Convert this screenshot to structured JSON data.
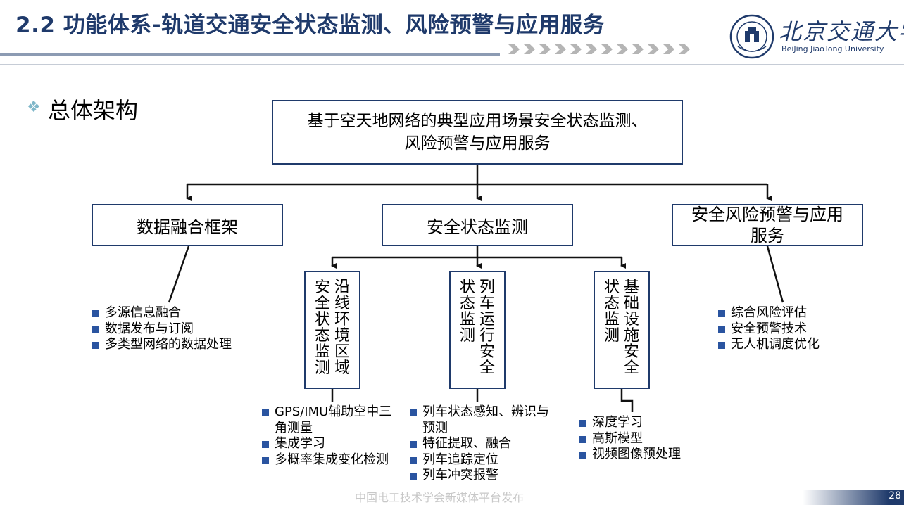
{
  "header": {
    "title": "2.2 功能体系-轨道交通安全状态监测、风险预警与应用服务",
    "logo_text_cn": "北京交通大学",
    "logo_text_en": "BeiJing JiaoTong University"
  },
  "section": {
    "bullet": "❖",
    "heading": "总体架构"
  },
  "diagram": {
    "root": {
      "line1": "基于空天地网络的典型应用场景安全状态监测、",
      "line2": "风险预警与应用服务"
    },
    "level1": {
      "fusion": "数据融合框架",
      "monitor": "安全状态监测",
      "warning_line1": "安全风险预警与应用",
      "warning_line2": "服务"
    },
    "level2": {
      "env_col1": "沿线环境区域",
      "env_col2": "安全状态监测",
      "train_col1": "列车运行安全",
      "train_col2": "状态监测",
      "infra_col1": "基础设施安全",
      "infra_col2": "状态监测"
    },
    "lists": {
      "fusion": [
        "多源信息融合",
        "数据发布与订阅",
        "多类型网络的数据处理"
      ],
      "env": [
        "GPS/IMU辅助空中三角测量",
        "集成学习",
        "多概率集成变化检测"
      ],
      "train": [
        "列车状态感知、辨识与预测",
        "特征提取、融合",
        "列车追踪定位",
        "列车冲突报警"
      ],
      "infra": [
        "深度学习",
        "高斯模型",
        "视频图像预处理"
      ],
      "warning": [
        "综合风险评估",
        "安全预警技术",
        "无人机调度优化"
      ]
    }
  },
  "footer": {
    "watermark": "中国电工技术学会新媒体平台发布",
    "page_number": "28"
  },
  "colors": {
    "title": "#1f3a6b",
    "box_border": "#1f3a6b",
    "bullet_square": "#2a54a0",
    "diamond": "#7fb7c9"
  }
}
